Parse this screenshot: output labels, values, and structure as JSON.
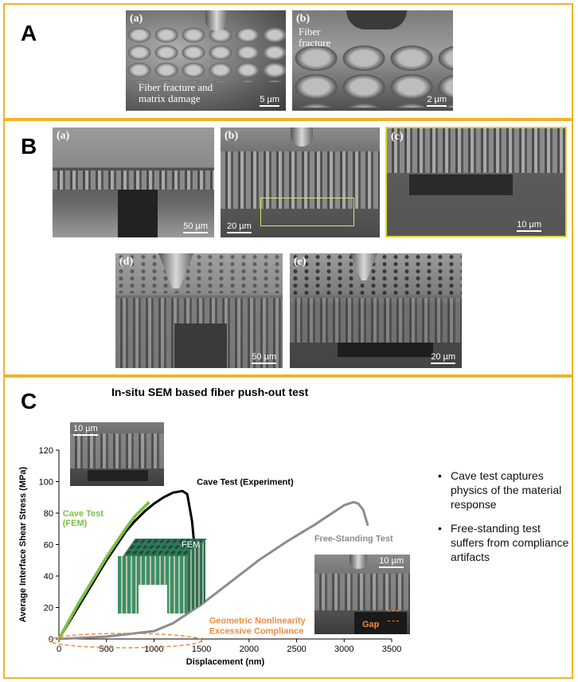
{
  "panelA": {
    "label": "A",
    "images": [
      {
        "tag": "(a)",
        "note": "Fiber fracture and matrix damage",
        "scale": "5 µm"
      },
      {
        "tag": "(b)",
        "note": "Fiber fracture",
        "scale": "2 µm"
      }
    ]
  },
  "panelB": {
    "label": "B",
    "images": [
      {
        "tag": "(a)",
        "scale": "50 µm"
      },
      {
        "tag": "(b)",
        "scale": "20 µm"
      },
      {
        "tag": "(c)",
        "scale": "10 µm"
      },
      {
        "tag": "(d)",
        "scale": "50 µm"
      },
      {
        "tag": "(e)",
        "scale": "20 µm"
      }
    ]
  },
  "panelC": {
    "label": "C",
    "title": "In-situ SEM based fiber push-out test",
    "inset_top_scale": "10 µm",
    "inset_bottom_scale": "10 µm",
    "fem_label": "FEM",
    "gap_label": "Gap",
    "bullets": [
      "Cave test captures physics of the material response",
      "Free-standing test suffers from compliance artifacts"
    ]
  },
  "chart_data": {
    "type": "line",
    "xlabel": "Displacement (nm)",
    "ylabel": "Average Interface Shear Stress (MPa)",
    "xlim": [
      0,
      3500
    ],
    "ylim": [
      0,
      120
    ],
    "xticks": [
      0,
      500,
      1000,
      1500,
      2000,
      2500,
      3000,
      3500
    ],
    "yticks": [
      0,
      20,
      40,
      60,
      80,
      100,
      120
    ],
    "grid": false,
    "series": [
      {
        "name": "Cave Test (Experiment)",
        "color": "#000000",
        "points": [
          [
            0,
            0
          ],
          [
            100,
            10
          ],
          [
            200,
            20
          ],
          [
            300,
            30
          ],
          [
            400,
            40
          ],
          [
            500,
            50
          ],
          [
            600,
            59
          ],
          [
            700,
            68
          ],
          [
            800,
            75
          ],
          [
            900,
            81
          ],
          [
            1000,
            86
          ],
          [
            1100,
            90
          ],
          [
            1200,
            93
          ],
          [
            1300,
            94
          ],
          [
            1350,
            92
          ],
          [
            1400,
            75
          ],
          [
            1420,
            62
          ]
        ]
      },
      {
        "name": "Cave Test (FEM)",
        "color": "#7cc142",
        "points": [
          [
            0,
            0
          ],
          [
            100,
            11
          ],
          [
            200,
            22
          ],
          [
            300,
            32
          ],
          [
            400,
            42
          ],
          [
            500,
            52
          ],
          [
            600,
            61
          ],
          [
            700,
            70
          ],
          [
            800,
            78
          ],
          [
            900,
            84
          ],
          [
            950,
            87
          ]
        ]
      },
      {
        "name": "Free-Standing Test",
        "color": "#8c8c8c",
        "points": [
          [
            0,
            0
          ],
          [
            500,
            1.5
          ],
          [
            1000,
            5
          ],
          [
            1200,
            10
          ],
          [
            1500,
            22
          ],
          [
            1800,
            36
          ],
          [
            2100,
            50
          ],
          [
            2400,
            62
          ],
          [
            2700,
            73
          ],
          [
            2900,
            81
          ],
          [
            3000,
            85
          ],
          [
            3100,
            87
          ],
          [
            3150,
            86
          ],
          [
            3200,
            82
          ],
          [
            3250,
            72
          ]
        ]
      }
    ],
    "annotations": [
      {
        "text": "Geometric Nonlinearity",
        "color": "#f08c3c"
      },
      {
        "text": "Excessive Compliance",
        "color": "#f08c3c"
      }
    ]
  }
}
